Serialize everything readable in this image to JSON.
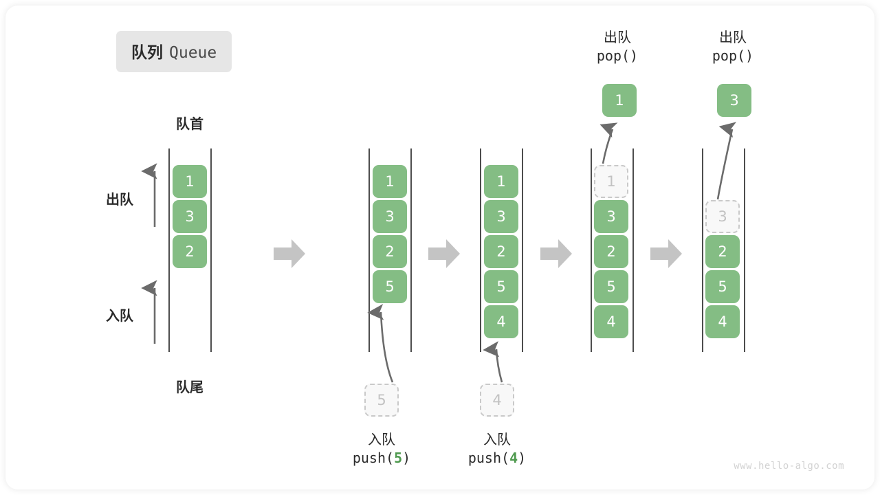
{
  "title": {
    "cn": "队列",
    "en": "Queue"
  },
  "labels": {
    "front": "队首",
    "rear": "队尾",
    "dequeue": "出队",
    "enqueue": "入队"
  },
  "colors": {
    "cell_fill": "#84bd84",
    "cell_text": "#ffffff",
    "ghost_fill": "#f8f8f8",
    "ghost_border": "#c9c9c9",
    "ghost_text": "#c2c2c2",
    "rail": "#4d4d4d",
    "arrow": "#6b6b6b",
    "stage_arrow": "#c4c4c4",
    "badge_bg": "#e6e6e6",
    "accent_green": "#4f9a4f"
  },
  "stages": [
    {
      "id": "initial",
      "cells": [
        {
          "value": "1",
          "state": "solid"
        },
        {
          "value": "3",
          "state": "solid"
        },
        {
          "value": "2",
          "state": "solid"
        }
      ],
      "ghost_below": null,
      "caption_cn": "",
      "caption_code": "",
      "caption_arg": "",
      "pop_label_cn": "",
      "pop_label_code": "",
      "popped_value": ""
    },
    {
      "id": "push-5",
      "cells": [
        {
          "value": "1",
          "state": "solid"
        },
        {
          "value": "3",
          "state": "solid"
        },
        {
          "value": "2",
          "state": "solid"
        },
        {
          "value": "5",
          "state": "solid"
        }
      ],
      "ghost_below": "5",
      "caption_cn": "入队",
      "caption_code_prefix": "push(",
      "caption_arg": "5",
      "caption_code_suffix": ")",
      "pop_label_cn": "",
      "pop_label_code": "",
      "popped_value": ""
    },
    {
      "id": "push-4",
      "cells": [
        {
          "value": "1",
          "state": "solid"
        },
        {
          "value": "3",
          "state": "solid"
        },
        {
          "value": "2",
          "state": "solid"
        },
        {
          "value": "5",
          "state": "solid"
        },
        {
          "value": "4",
          "state": "solid"
        }
      ],
      "ghost_below": "4",
      "caption_cn": "入队",
      "caption_code_prefix": "push(",
      "caption_arg": "4",
      "caption_code_suffix": ")",
      "pop_label_cn": "",
      "pop_label_code": "",
      "popped_value": ""
    },
    {
      "id": "pop-1",
      "cells": [
        {
          "value": "1",
          "state": "ghost"
        },
        {
          "value": "3",
          "state": "solid"
        },
        {
          "value": "2",
          "state": "solid"
        },
        {
          "value": "5",
          "state": "solid"
        },
        {
          "value": "4",
          "state": "solid"
        }
      ],
      "ghost_below": null,
      "caption_cn": "",
      "caption_code": "",
      "pop_label_cn": "出队",
      "pop_label_code": "pop()",
      "popped_value": "1"
    },
    {
      "id": "pop-3",
      "cells": [
        {
          "value": "",
          "state": "empty"
        },
        {
          "value": "3",
          "state": "ghost"
        },
        {
          "value": "2",
          "state": "solid"
        },
        {
          "value": "5",
          "state": "solid"
        },
        {
          "value": "4",
          "state": "solid"
        }
      ],
      "ghost_below": null,
      "caption_cn": "",
      "caption_code": "",
      "pop_label_cn": "出队",
      "pop_label_code": "pop()",
      "popped_value": "3"
    }
  ],
  "watermark": "www.hello-algo.com"
}
